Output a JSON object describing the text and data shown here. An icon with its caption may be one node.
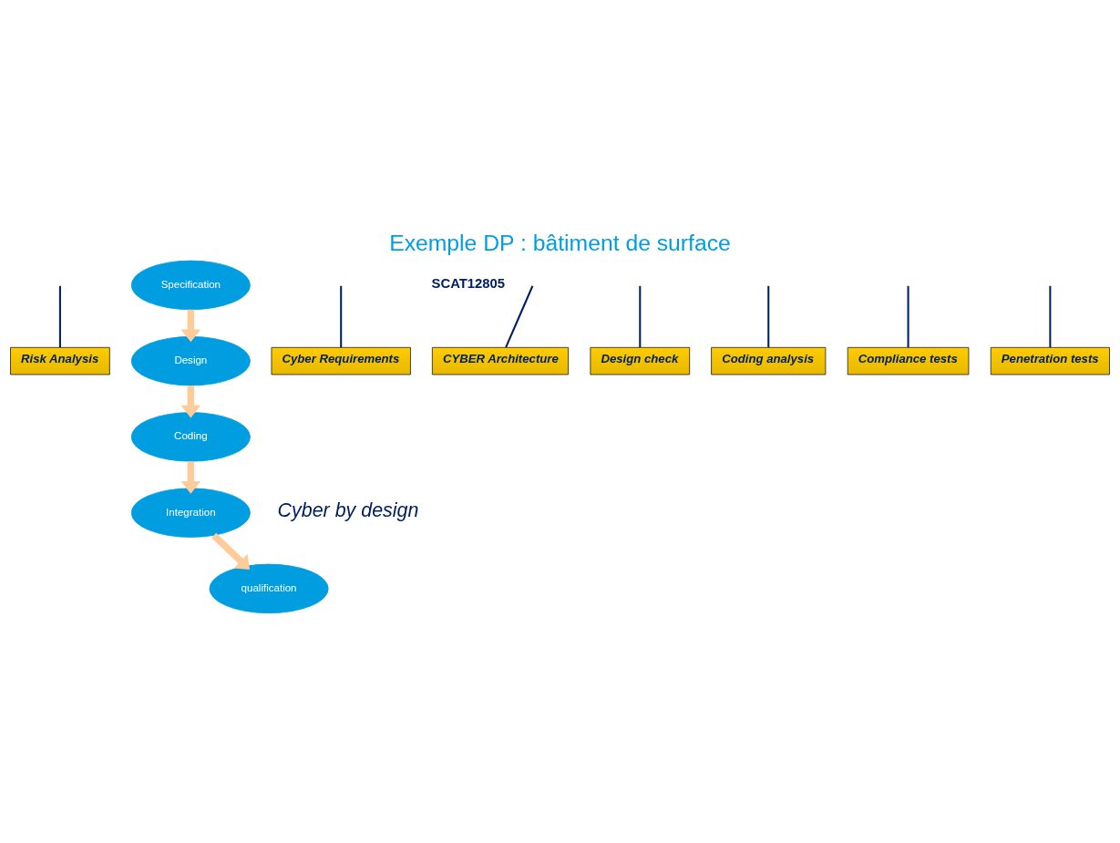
{
  "diagram": {
    "title": "Exemple DP : bâtiment de surface",
    "nodes": [
      {
        "text": [
          "Risk Analysis"
        ]
      },
      {
        "text": [
          "Specification"
        ]
      },
      {
        "text": [
          "Cyber Requirements"
        ]
      },
      {
        "text": [
          "Design"
        ]
      },
      {
        "text": [
          "CYBER Architecture"
        ]
      },
      {
        "text": [
          "Design check"
        ]
      },
      {
        "text": [
          "Coding"
        ]
      },
      {
        "text": [
          "Coding analysis"
        ]
      },
      {
        "text": [
          "Integration"
        ]
      },
      {
        "text": [
          "Compliance tests"
        ]
      },
      {
        "text": [
          "qualification"
        ]
      },
      {
        "text": [
          "Penetration tests"
        ]
      }
    ],
    "edges": [
      {
        "from": 1,
        "to": 3,
        "arrow": "to",
        "style": "thick",
        "color": "#ffcc99"
      },
      {
        "from": 3,
        "to": 6,
        "arrow": "to",
        "style": "thick",
        "color": "#ffcc99"
      },
      {
        "from": 6,
        "to": 8,
        "arrow": "to",
        "style": "thick",
        "color": "#ffcc99"
      },
      {
        "from": 8,
        "to": 10,
        "arrow": "to",
        "style": "thick",
        "color": "#ffcc99"
      },
      {
        "from": null,
        "to": 0,
        "arrow": "none"
      },
      {
        "from": null,
        "to": 2,
        "arrow": "none"
      },
      {
        "from": null,
        "to": 4,
        "arrow": "none"
      },
      {
        "from": null,
        "to": 5,
        "arrow": "none"
      },
      {
        "from": null,
        "to": 7,
        "arrow": "none"
      },
      {
        "from": null,
        "to": 9,
        "arrow": "none"
      },
      {
        "from": null,
        "to": 11,
        "arrow": "none"
      }
    ],
    "labels": [
      "SCAT12805",
      "Cyber by design"
    ]
  }
}
